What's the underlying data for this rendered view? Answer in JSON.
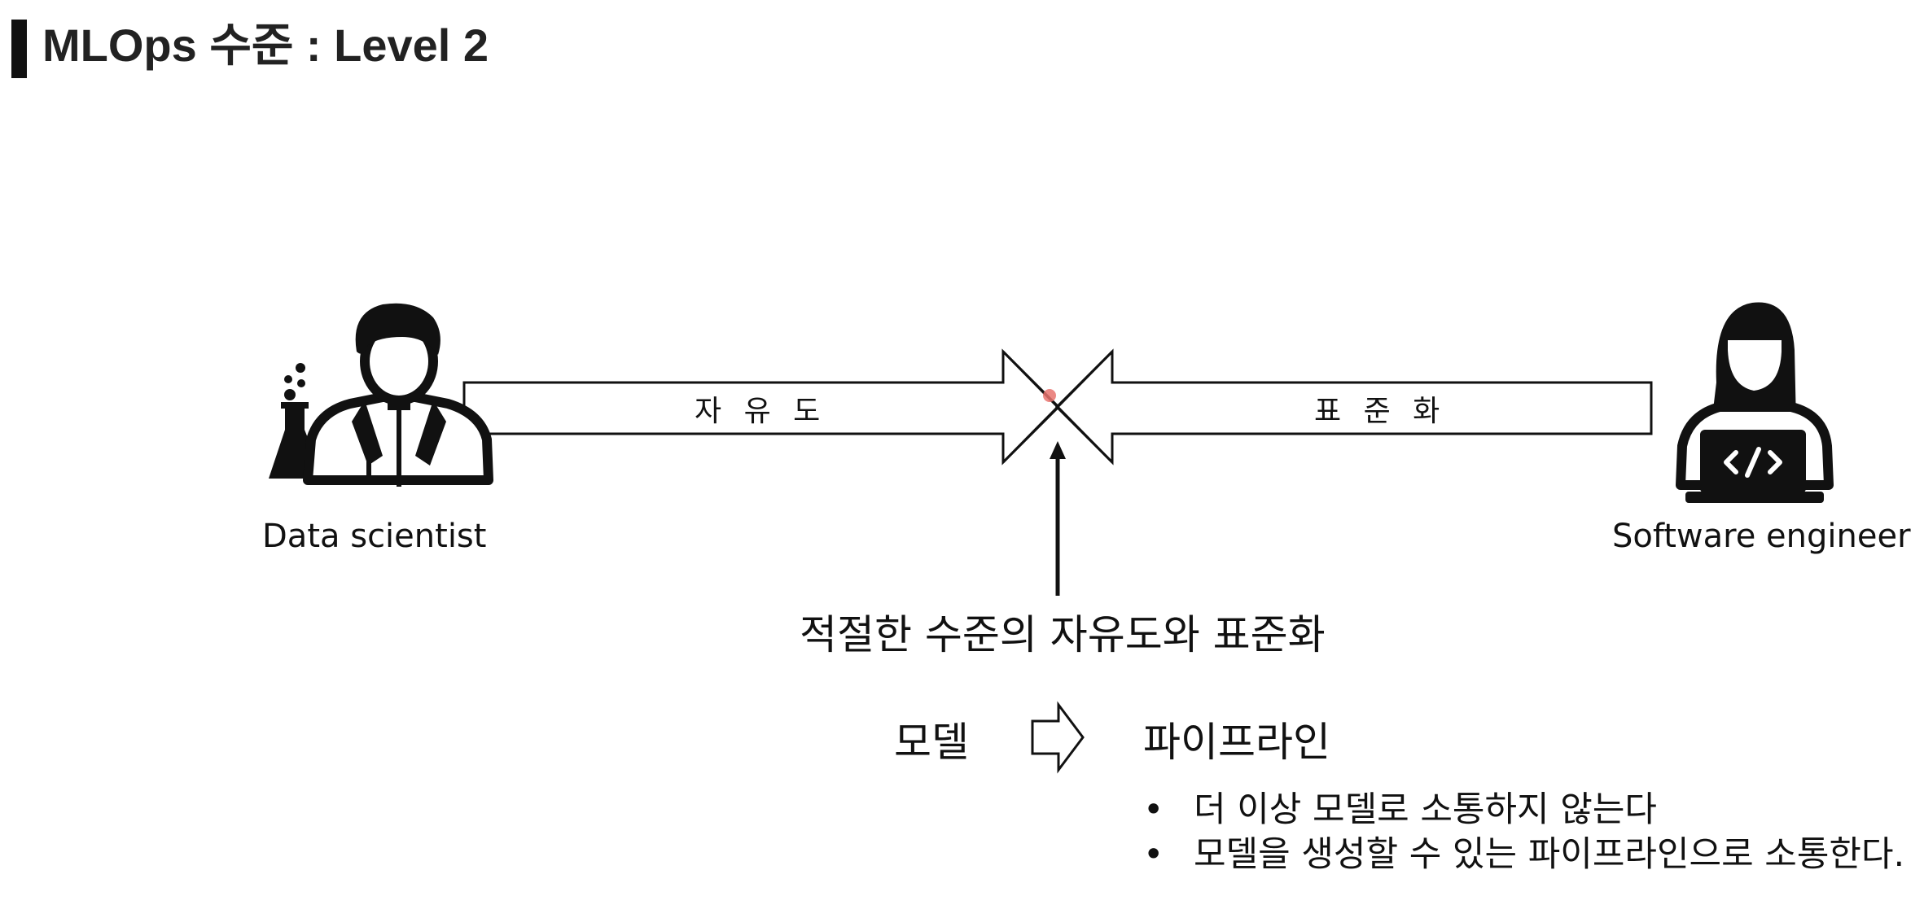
{
  "slide": {
    "title": "MLOps 수준 : Level 2"
  },
  "diagram": {
    "left_arrow_label": "자 유 도",
    "right_arrow_label": "표 준 화",
    "left_role": "Data scientist",
    "right_role": "Software engineer",
    "center_caption": "적절한 수준의 자유도와 표준화",
    "flow_from": "모델",
    "flow_to": "파이프라인",
    "bullets": [
      "더 이상 모델로 소통하지 않는다",
      "모델을 생성할 수 있는 파이프라인으로 소통한다."
    ]
  },
  "icons": {
    "left_person": "scientist-with-flask-icon",
    "right_person": "software-engineer-with-laptop-icon",
    "flow_arrow": "right-arrow-outline-icon"
  },
  "colors": {
    "text": "#111111",
    "title": "#222222",
    "pointer_dot": "#e8736f"
  }
}
